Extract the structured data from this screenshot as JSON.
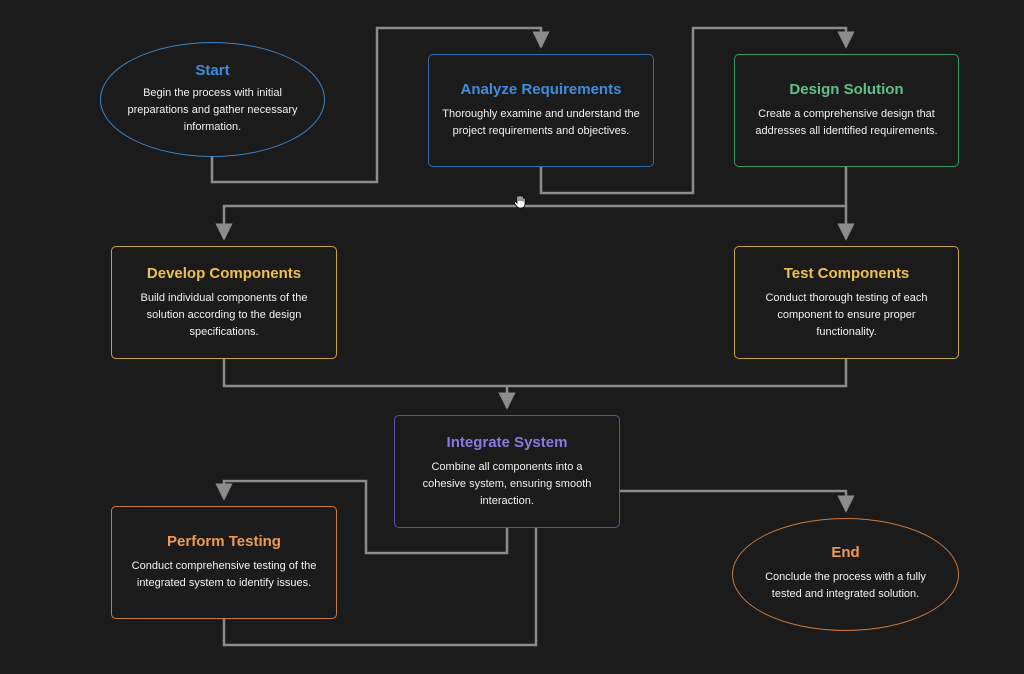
{
  "colors": {
    "background": "#1b1b1b",
    "connector": "#8c8c8c",
    "blue": "#3d8ee0",
    "green": "#5fc08a",
    "yellow": "#efc04e",
    "purple": "#8a7ae0",
    "orange": "#ee9a55"
  },
  "nodes": {
    "start": {
      "title": "Start",
      "desc": "Begin the process with initial preparations and gather necessary information."
    },
    "analyze": {
      "title": "Analyze Requirements",
      "desc": "Thoroughly examine and understand the project requirements and objectives."
    },
    "design": {
      "title": "Design Solution",
      "desc": "Create a comprehensive design that addresses all identified requirements."
    },
    "develop": {
      "title": "Develop Components",
      "desc": "Build individual components of the solution according to the design specifications."
    },
    "test": {
      "title": "Test Components",
      "desc": "Conduct thorough testing of each component to ensure proper functionality."
    },
    "integrate": {
      "title": "Integrate System",
      "desc": "Combine all components into a cohesive system, ensuring smooth interaction."
    },
    "perform": {
      "title": "Perform Testing",
      "desc": "Conduct comprehensive testing of the integrated system to identify issues."
    },
    "end": {
      "title": "End",
      "desc": "Conclude the process with a fully tested and integrated solution."
    }
  },
  "cursor_icon": "hand-pointer-icon"
}
